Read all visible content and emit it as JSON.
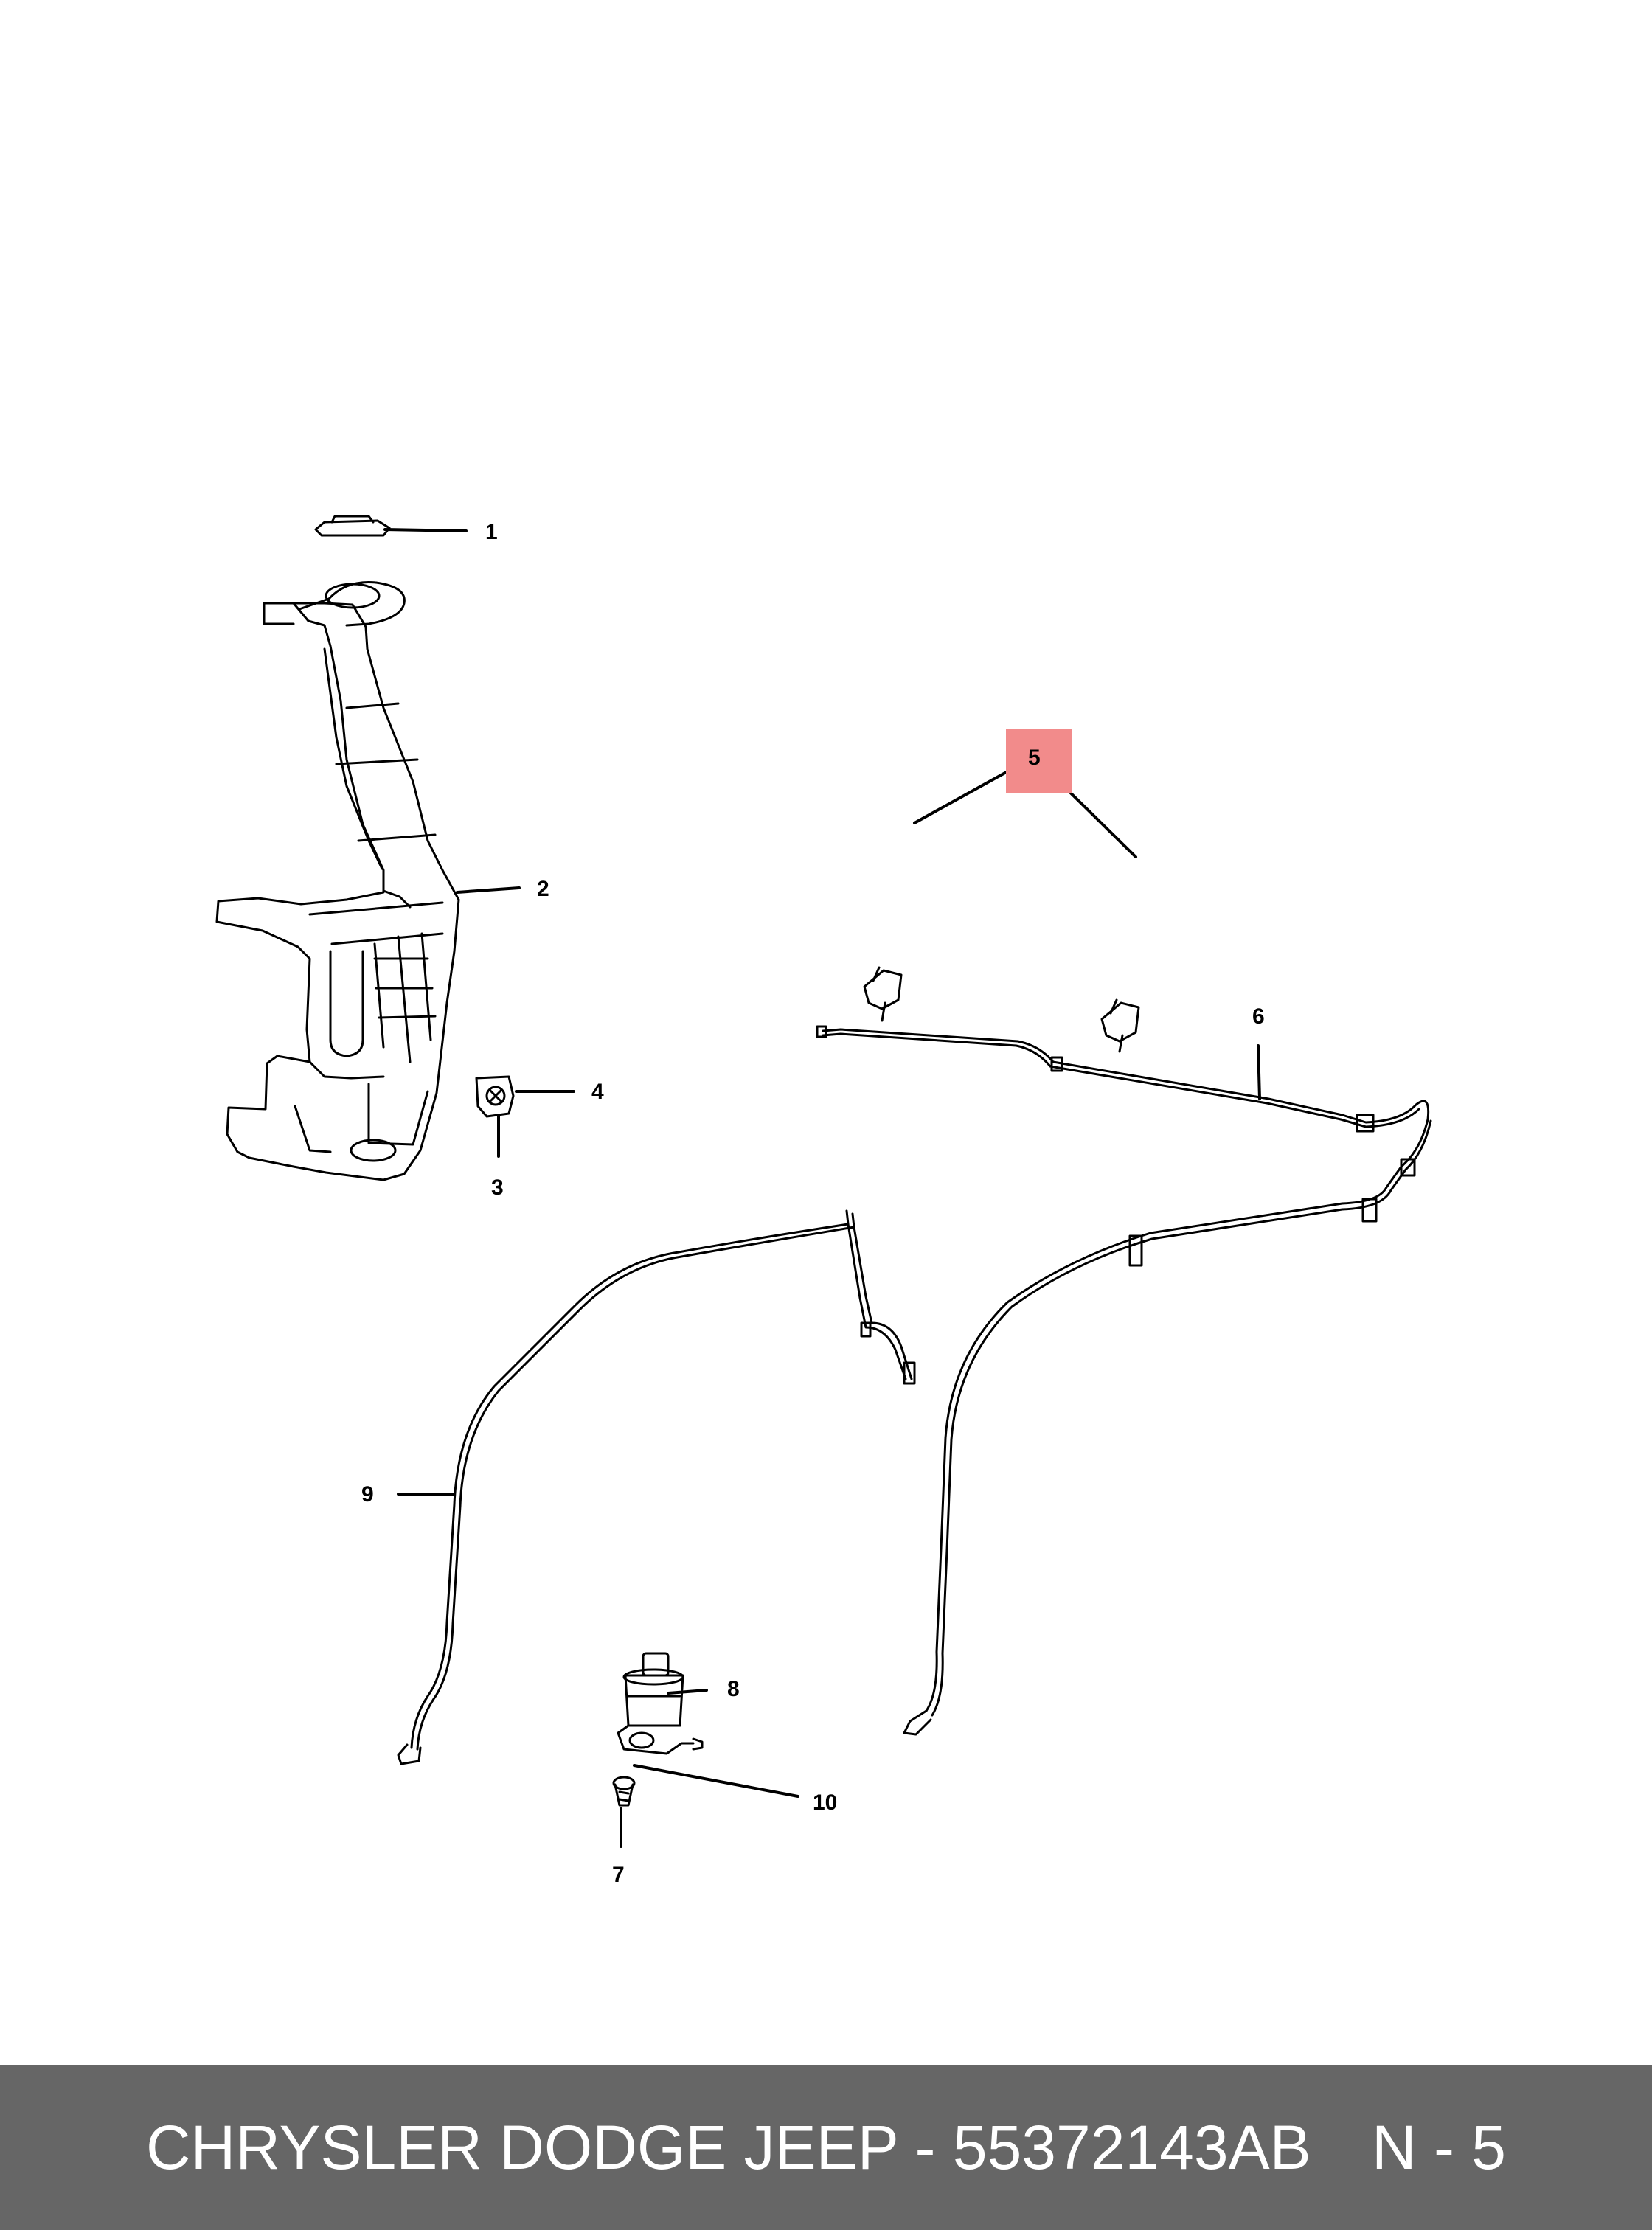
{
  "colors": {
    "background": "#ffffff",
    "line": "#000000",
    "highlight": "#f28b8b",
    "footer_bg": "#666666",
    "footer_text": "#ffffff"
  },
  "callouts": {
    "c1": "1",
    "c2": "2",
    "c3": "3",
    "c4": "4",
    "c5": "5",
    "c6": "6",
    "c7": "7",
    "c8": "8",
    "c9": "9",
    "c10": "10"
  },
  "highlighted_callout": "5",
  "footer": {
    "part_label": "CHRYSLER DODGE JEEP - 55372143AB",
    "ref_label": "N - 5"
  }
}
